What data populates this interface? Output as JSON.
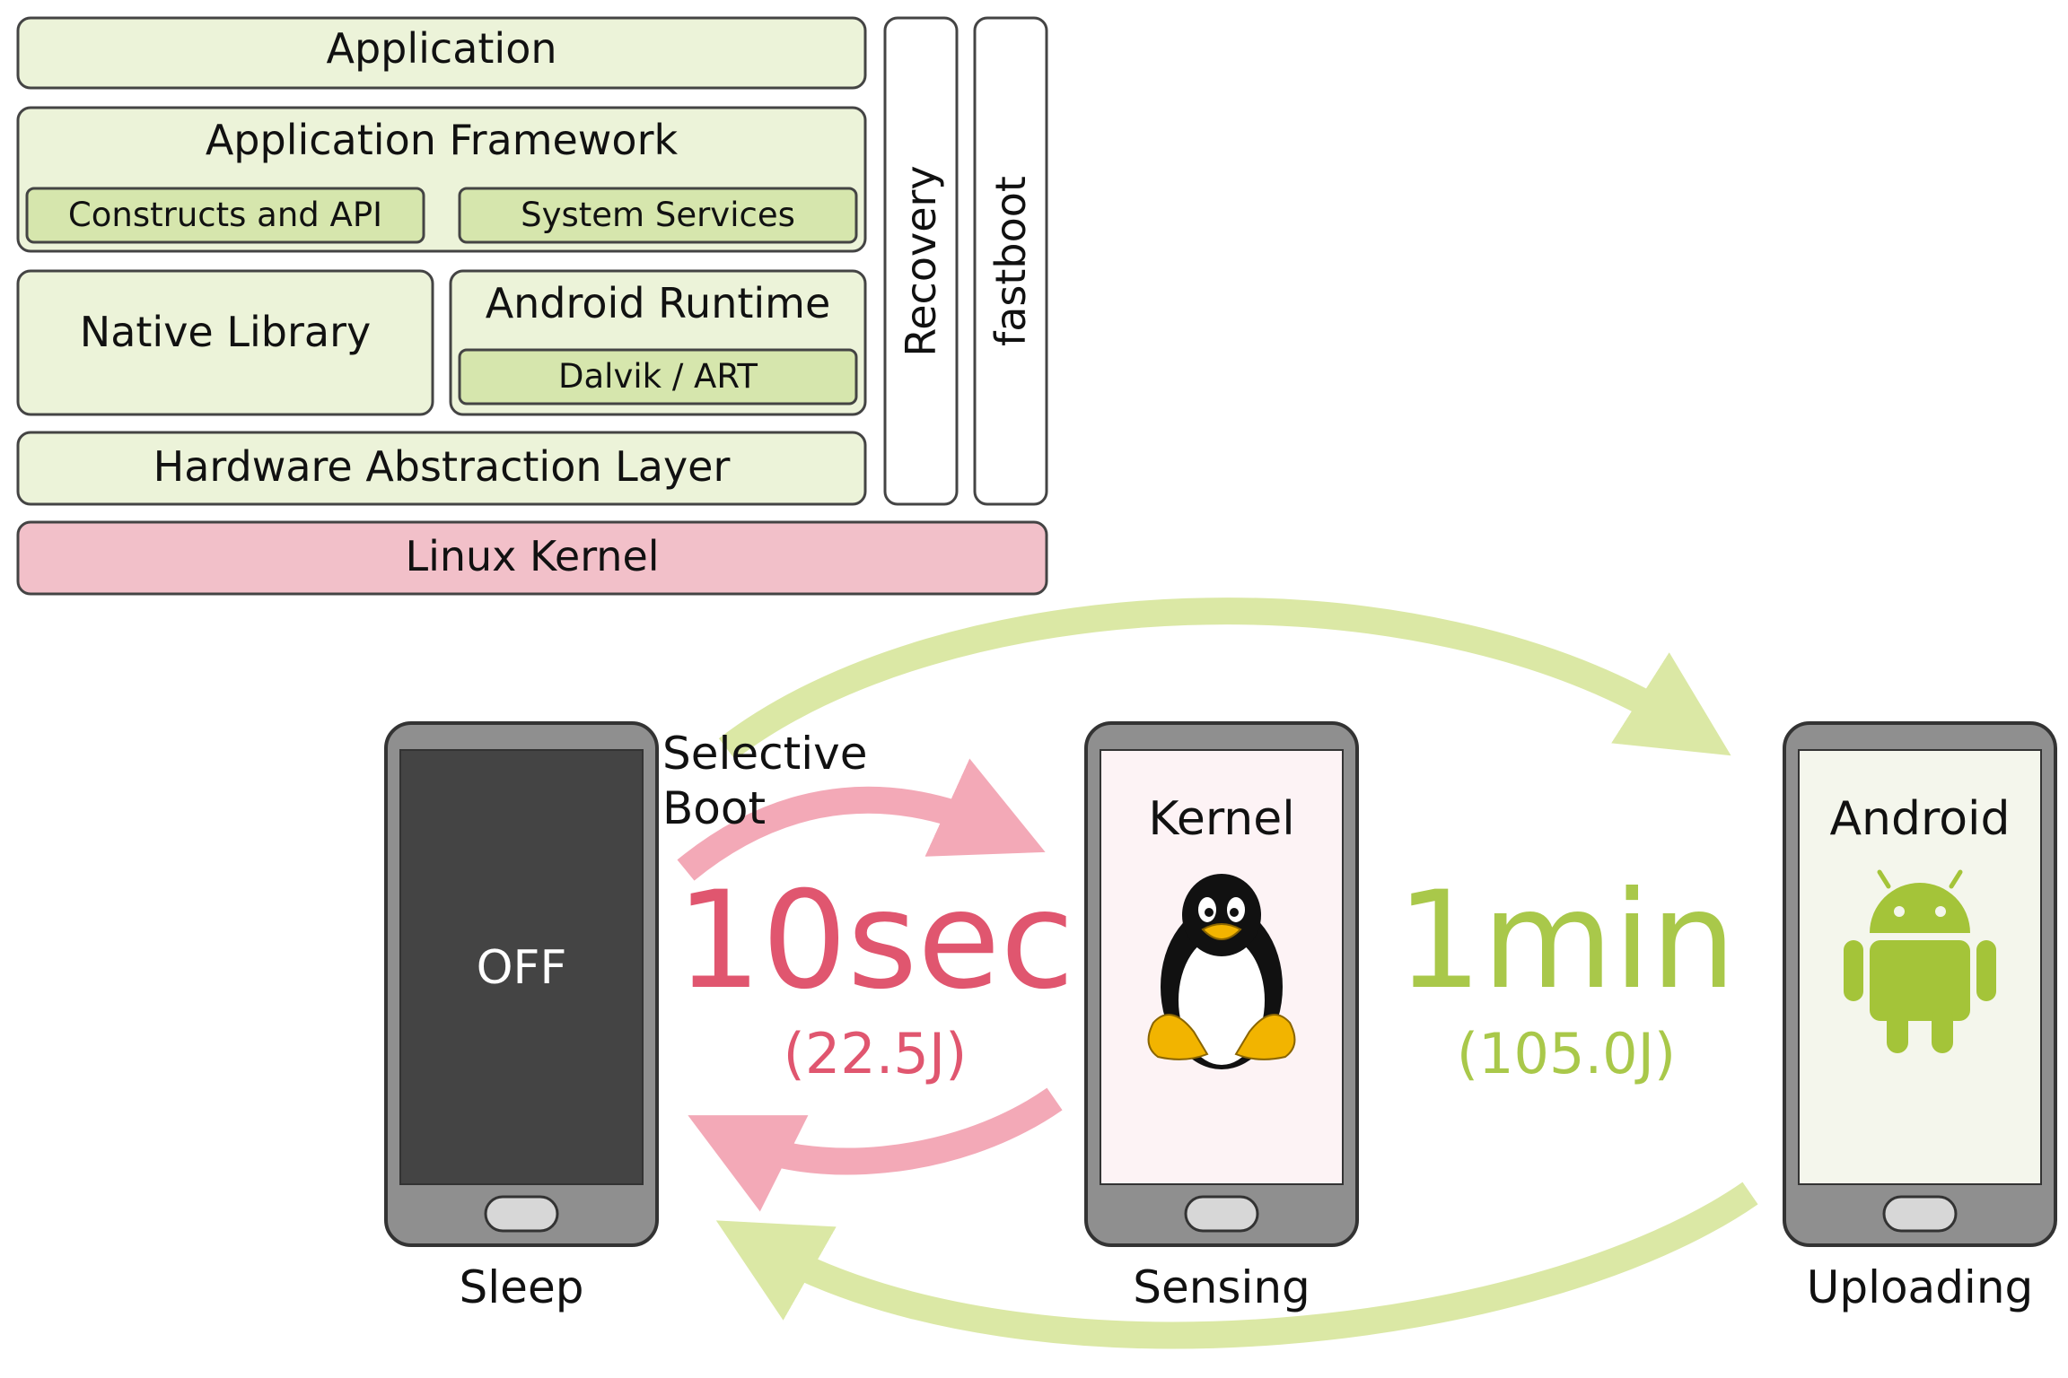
{
  "stack": {
    "application": "Application",
    "framework": "Application Framework",
    "constructs": "Constructs and API",
    "services": "System Services",
    "native_library": "Native Library",
    "runtime": "Android Runtime",
    "dalvik": "Dalvik / ART",
    "hal": "Hardware Abstraction Layer",
    "kernel": "Linux Kernel",
    "recovery": "Recovery",
    "fastboot": "fastboot"
  },
  "phones": {
    "off_label": "OFF",
    "kernel_label": "Kernel",
    "android_label": "Android",
    "sleep_caption": "Sleep",
    "sensing_caption": "Sensing",
    "uploading_caption": "Uploading"
  },
  "transitions": {
    "selective_line1": "Selective",
    "selective_line2": "Boot",
    "fast_time": "10sec",
    "fast_energy": "(22.5J)",
    "slow_time": "1min",
    "slow_energy": "(105.0J)"
  },
  "icons": {
    "kernel_icon": "tux-penguin-icon",
    "android_icon": "android-robot-icon"
  },
  "colors": {
    "layer_fill": "#ecf3d9",
    "sub_fill": "#d6e6ad",
    "kernel_fill": "#f2c0c9",
    "pink": "#e0566f",
    "pink_arrow": "#f3a9b7",
    "green": "#a9c84a",
    "green_arrow": "#dbe8a5",
    "phone_body": "#8f8f8f",
    "off_screen": "#444444",
    "android_green": "#a4c439"
  }
}
